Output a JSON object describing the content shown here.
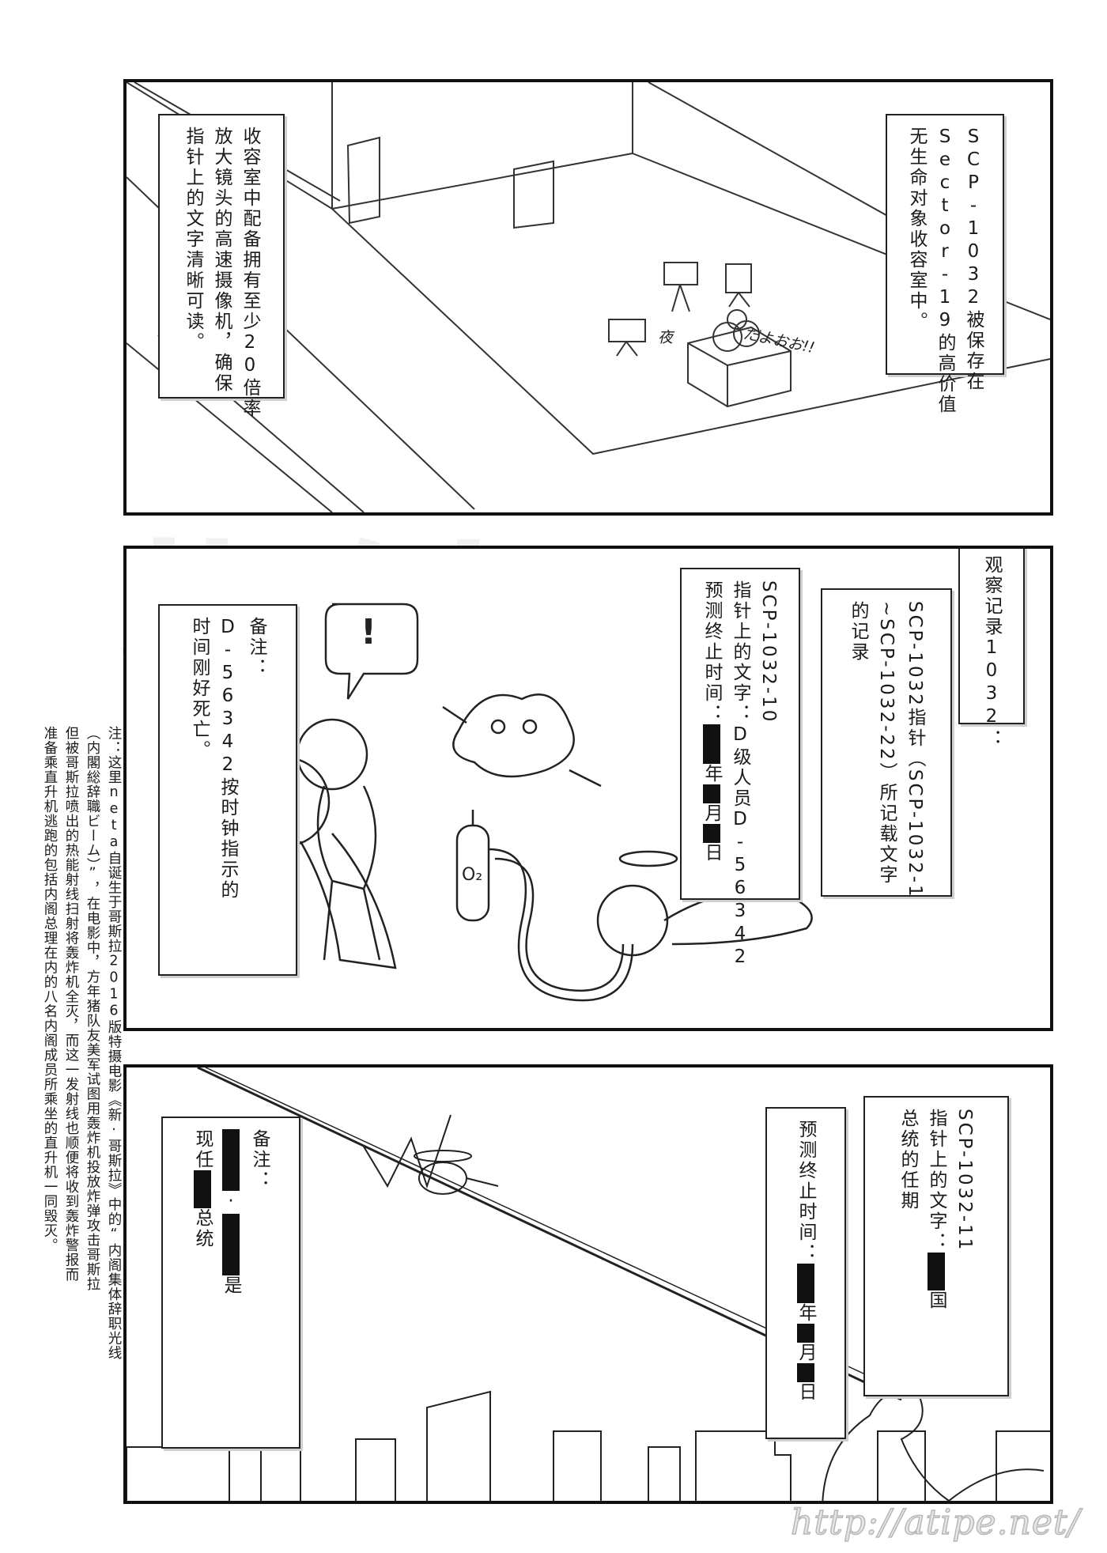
{
  "panel1": {
    "caption_left": [
      "收容室中配备拥有至少20倍率",
      "放大镜头的高速摄像机，确保",
      "指针上的文字清晰可读。"
    ],
    "caption_right": [
      "SCP-1032被保存在",
      "Sector-19的高价值",
      "无生命对象收容室中。"
    ],
    "sfx_left": "夜",
    "sfx_right": "だよおお!!"
  },
  "panel2": {
    "title": [
      "观察记录1032："
    ],
    "intro": [
      "SCP-1032指针（SCP-1032-1",
      "~SCP-1032-22）所记载文字",
      "的记录"
    ],
    "entry_id": "SCP-1032-10",
    "entry_text_1": "指针上的文字：D级人员D-56342",
    "entry_text_2": "预测终止时间：",
    "year": "年",
    "month": "月",
    "day": "日",
    "remark_label": "备注：",
    "remark_lines": [
      "D-56342按时钟指示的",
      "时间刚好死亡。"
    ],
    "exclaim": "!",
    "o2_label": "O₂"
  },
  "panel3": {
    "entry_id": "SCP-1032-11",
    "entry_text_1": "指针上的文字：",
    "country": "国",
    "entry_text_2": "总统的任期",
    "prediction_label": "预测终止时间：",
    "year": "年",
    "month": "月",
    "day": "日",
    "remark_label": "备注：",
    "remark_current": "现任",
    "remark_president": "总统",
    "remark_dot": "·",
    "remark_is": "是"
  },
  "side_note": [
    "注：这里neta自诞生于哥斯拉2016版特摄电影《新·哥斯拉》中的“内阁集体辞职光线",
    "（内閣総辞職ビーム）”，在电影中，方年猪队友美军试图用轰炸机投放炸弹攻击哥斯拉",
    "但被哥斯拉喷出的热能射线扫射将轰炸机全灭，而这一发射线也顺便将收到轰炸警报而",
    "准备乘直升机逃跑的包括内阁总理在内的八名内阁成员所乘坐的直升机一同毁灭。"
  ],
  "watermark": "http://atipe.net/",
  "colors": {
    "ink": "#111111",
    "paper": "#ffffff",
    "redaction": "#111111"
  }
}
